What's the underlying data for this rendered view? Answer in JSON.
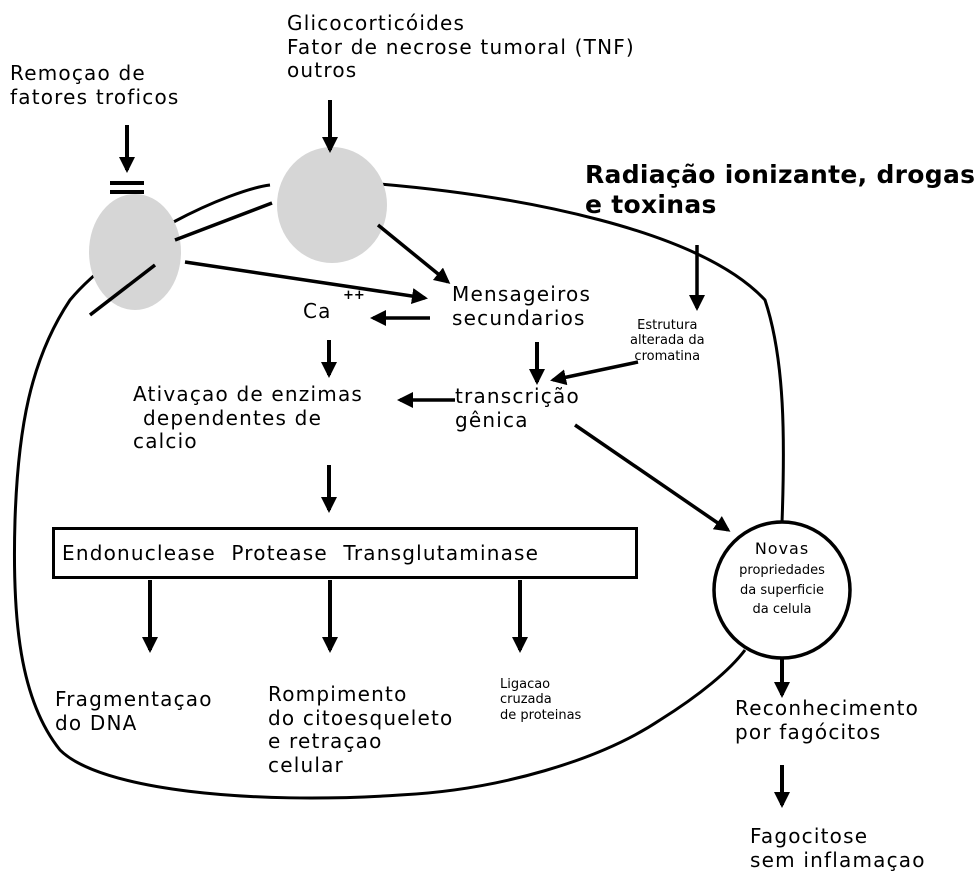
{
  "labels": {
    "gluco": [
      "Glicocorticóides",
      "Fator de necrose tumoral (TNF)",
      "outros"
    ],
    "remocao": [
      "Remoçao de",
      "fatores troficos"
    ],
    "radiacao": [
      "Radiação ionizante, drogas",
      "e toxinas"
    ],
    "mensageiros": [
      "Mensageiros",
      "secundarios"
    ],
    "calcium": "Ca",
    "calcium_charge": "++",
    "cromatina": [
      "Estrutura",
      "alterada da",
      "cromatina"
    ],
    "ativacao": [
      "Ativaçao de enzimas",
      "dependentes de",
      "calcio"
    ],
    "transcricao": [
      "transcrição",
      "gênica"
    ],
    "enzymes": "Endonuclease  Protease  Transglutaminase",
    "novas": [
      "Novas",
      "propriedades",
      "da superficie",
      "da celula"
    ],
    "fragmentacao": [
      "Fragmentaçao",
      "do DNA"
    ],
    "rompimento": [
      "Rompimento",
      "do citoesqueleto",
      "e retraçao",
      "celular"
    ],
    "ligacao": [
      "Ligacao",
      "cruzada",
      "de proteinas"
    ],
    "reconhecimento": [
      "Reconhecimento",
      "por fagócitos"
    ],
    "fagocitose": [
      "Fagocitose",
      "sem inflamaçao"
    ]
  }
}
